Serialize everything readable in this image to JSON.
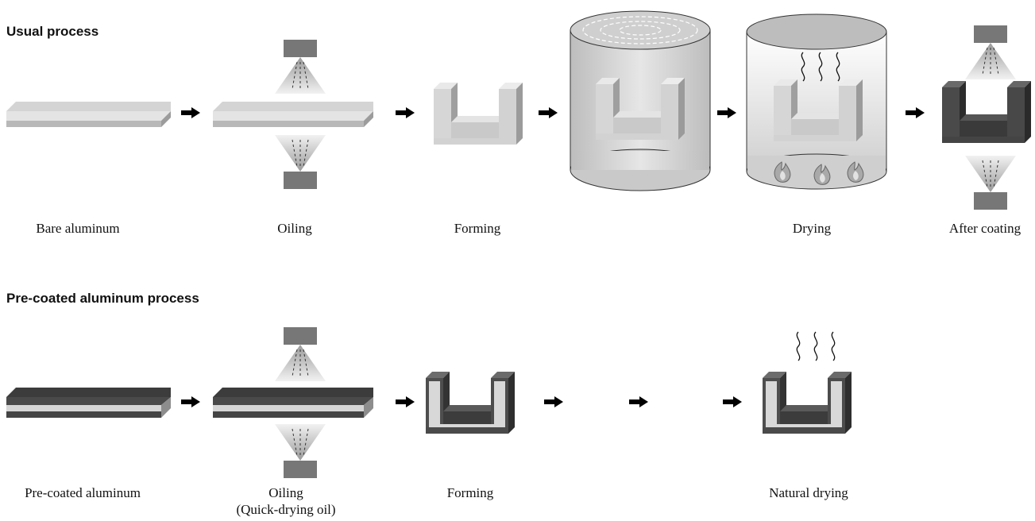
{
  "usual": {
    "title": "Usual process",
    "labels": [
      "Bare aluminum",
      "Oiling",
      "Forming",
      "Drying",
      "After coating"
    ]
  },
  "precoated": {
    "title": "Pre-coated aluminum process",
    "labels": [
      "Pre-coated aluminum",
      "Oiling",
      "(Quick-drying oil)",
      "Forming",
      "Natural drying"
    ]
  },
  "colors": {
    "aluminum_top": "#e2e2e2",
    "aluminum_side": "#b4b4b4",
    "coating_dark": "#4a4a4a",
    "nozzle": "#777777",
    "tank": "#d8d8d8"
  }
}
